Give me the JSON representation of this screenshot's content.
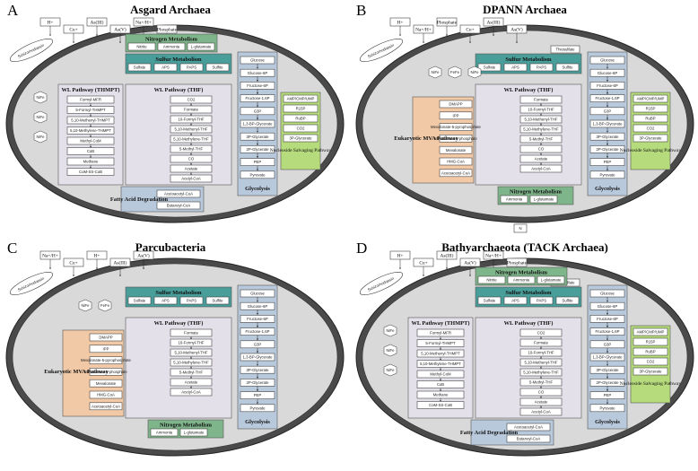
{
  "colors": {
    "outer_membrane": "#4a4a4a",
    "cytoplasm": "#d9d9d9",
    "sulfur": "#4a9e9a",
    "nitrogen": "#7fb58a",
    "glycolysis": "#b9c9dc",
    "wl_pathway": "#e4e0ea",
    "fatty_acid": "#b9c9dc",
    "nucleoside": "#b6db7c",
    "mva": "#f2c9a6"
  },
  "panels": [
    {
      "letter": "A",
      "title": "Asgard Archaea",
      "external": [
        "H+",
        "Cu+",
        "As(III)",
        "As(V)",
        "Na+/H+",
        "Phosphate"
      ],
      "sulfur": {
        "title": "Sulfur Metabolism",
        "items": [
          "Sulfate",
          "APS",
          "PAPS",
          "Sulfite"
        ]
      },
      "nitrogen": {
        "title": "Nitrogen Metabolism",
        "items": [
          "Nitrite",
          "Ammonia",
          "L-glutamate"
        ]
      },
      "glycolysis": {
        "title": "Glycolysis",
        "items": [
          "Glucose",
          "Glucose-6P",
          "Fructose-6P",
          "Fructose-1,6P",
          "G3P",
          "1,3-BP-Glycerate",
          "3P-Glycerate",
          "2P-Glycerate",
          "PEP",
          "Pyruvate"
        ]
      },
      "wl_thmpt": {
        "title": "WL Pathway (THMPT)",
        "items": [
          "Formyl-MFR",
          "5-Formyl-THMPT",
          "5,10-Methenyl-THMPT",
          "5,10-Methylene-THMPT",
          "Methyl-CoM",
          "CoB",
          "Methane",
          "CoM-SS-CoB"
        ]
      },
      "wl_thf": {
        "title": "WL Pathway (THF)",
        "items": [
          "CO2",
          "Formate",
          "10-Formyl-THF",
          "5,10-Methenyl-THF",
          "5,10-Methylene-THF",
          "5-Methyl-THF",
          "CO",
          "Acetate",
          "Acetyl-CoA"
        ]
      },
      "fatty": {
        "title": "Fatty Acid Degradation",
        "items": [
          "Acetoacetyl-CoA",
          "Butanoyl-CoA"
        ]
      },
      "nucleoside": {
        "title": "Nucleoside Salvaging Pathway",
        "items": [
          "AMP/CMP/UMP",
          "R15P",
          "RuBP",
          "CO2",
          "3P-Glycerate"
        ]
      },
      "membrane_label": "Schizorhodopsin",
      "hydrogenase": [
        "NiFe",
        "NiFe",
        "NiFe"
      ]
    },
    {
      "letter": "B",
      "title": "DPANN Archaea",
      "external": [
        "H+",
        "Na+/H+",
        "Phosphate",
        "Cu+",
        "As(III)",
        "As(V)",
        "N"
      ],
      "sulfur": {
        "title": "Sulfur Metabolism",
        "items": [
          "Sulfate",
          "APS",
          "PAPS",
          "Sulfite",
          "Thiosulfate"
        ]
      },
      "nitrogen": {
        "title": "Nitrogen Metabolism",
        "items": [
          "Ammonia",
          "L-glutamate"
        ]
      },
      "glycolysis": {
        "title": "Glycolysis",
        "items": [
          "Glucose",
          "Glucose-6P",
          "Fructose-6P",
          "Fructose-1,6P",
          "G3P",
          "1,3-BP-Glycerate",
          "3P-Glycerate",
          "2P-Glycerate",
          "PEP",
          "Pyruvate"
        ]
      },
      "wl_thf": {
        "title": "WL Pathway (THF)",
        "items": [
          "Formate",
          "10-Formyl-THF",
          "5,10-Methenyl-THF",
          "5,10-Methylene-THF",
          "5-Methyl-THF",
          "CO",
          "Acetate",
          "Acetyl-CoA"
        ]
      },
      "mva": {
        "title": "Eukaryotic MVA Pathway",
        "items": [
          "DMAPP",
          "IPP",
          "Mevalonate-5-pyrophosphate",
          "Mevalonate-5-phosphate",
          "Mevalonate",
          "HMG-CoA",
          "Acetoacetyl-CoA"
        ]
      },
      "nucleoside": {
        "title": "Nucleoside Salvaging Pathway",
        "items": [
          "AMP/CMP/UMP",
          "R15P",
          "RuBP",
          "CO2",
          "3P-Glycerate"
        ]
      },
      "membrane_label": "Schizorhodopsin",
      "hydrogenase": [
        "NiFe",
        "FeFe",
        "NiFe"
      ]
    },
    {
      "letter": "C",
      "title": "Parcubacteria",
      "external": [
        "Na+/H+",
        "Cu+",
        "H+",
        "As(III)",
        "As(V)"
      ],
      "sulfur": {
        "title": "Sulfur Metabolism",
        "items": [
          "Sulfate",
          "APS",
          "PAPS",
          "Sulfite"
        ]
      },
      "nitrogen": {
        "title": "Nitrogen Metabolism",
        "items": [
          "Ammonia",
          "L-glutamate"
        ]
      },
      "glycolysis": {
        "title": "Glycolysis",
        "items": [
          "Glucose",
          "Glucose-6P",
          "Fructose-6P",
          "Fructose-1,6P",
          "G3P",
          "1,3-BP-Glycerate",
          "3P-Glycerate",
          "2P-Glycerate",
          "PEP",
          "Pyruvate"
        ]
      },
      "wl_thf": {
        "title": "WL Pathway (THF)",
        "items": [
          "Formate",
          "10-Formyl-THF",
          "5,10-Methenyl-THF",
          "5,10-Methylene-THF",
          "5-Methyl-THF",
          "Acetate",
          "Acetyl-CoA"
        ]
      },
      "mva": {
        "title": "Eukaryotic MVA Pathway",
        "items": [
          "DMAPP",
          "IPP",
          "Mevalonate-5-pyrophosphate",
          "Mevalonate-5-phosphate",
          "Mevalonate",
          "HMG-CoA",
          "Acetoacetyl-CoA"
        ]
      },
      "membrane_label": "Schizorhodopsin",
      "hydrogenase": [
        "NiFe",
        "FeFe"
      ]
    },
    {
      "letter": "D",
      "title": "Bathyarchaeota (TACK Archaea)",
      "external": [
        "H+",
        "Cu+",
        "As(III)",
        "As(V)",
        "Na+/H+",
        "Phosphate"
      ],
      "sulfur": {
        "title": "Sulfur Metabolism",
        "items": [
          "Sulfate",
          "APS",
          "PAPS",
          "Sulfite",
          "Thiosulfate"
        ]
      },
      "nitrogen": {
        "title": "Nitrogen Metabolism",
        "items": [
          "Nitrite",
          "Ammonia",
          "L-glutamate"
        ]
      },
      "glycolysis": {
        "title": "Glycolysis",
        "items": [
          "Glucose",
          "Glucose-6P",
          "Fructose-6P",
          "Fructose-1,6P",
          "G3P",
          "1,3-BP-Glycerate",
          "3P-Glycerate",
          "2P-Glycerate",
          "PEP",
          "Pyruvate"
        ]
      },
      "wl_thmpt": {
        "title": "WL Pathway (THMPT)",
        "items": [
          "Formyl-MFR",
          "5-Formyl-THMPT",
          "5,10-Methenyl-THMPT",
          "5,10-Methylene-THMPT",
          "Methyl-CoM",
          "CoB",
          "Methane",
          "CoM-SS-CoB"
        ]
      },
      "wl_thf": {
        "title": "WL Pathway (THF)",
        "items": [
          "CO2",
          "Formate",
          "10-Formyl-THF",
          "5,10-Methenyl-THF",
          "5,10-Methylene-THF",
          "5-Methyl-THF",
          "CO",
          "Acetate",
          "Acetyl-CoA"
        ]
      },
      "fatty": {
        "title": "Fatty Acid Degradation",
        "items": [
          "Acetoacetyl-CoA",
          "Butanoyl-CoA"
        ]
      },
      "nucleoside": {
        "title": "Nucleoside Salvaging Pathway",
        "items": [
          "AMP/CMP/UMP",
          "R15P",
          "RuBP",
          "CO2",
          "3P-Glycerate"
        ]
      },
      "membrane_label": "Schizorhodopsin",
      "hydrogenase": [
        "NiFe",
        "NiFe",
        "NiFe"
      ]
    }
  ]
}
